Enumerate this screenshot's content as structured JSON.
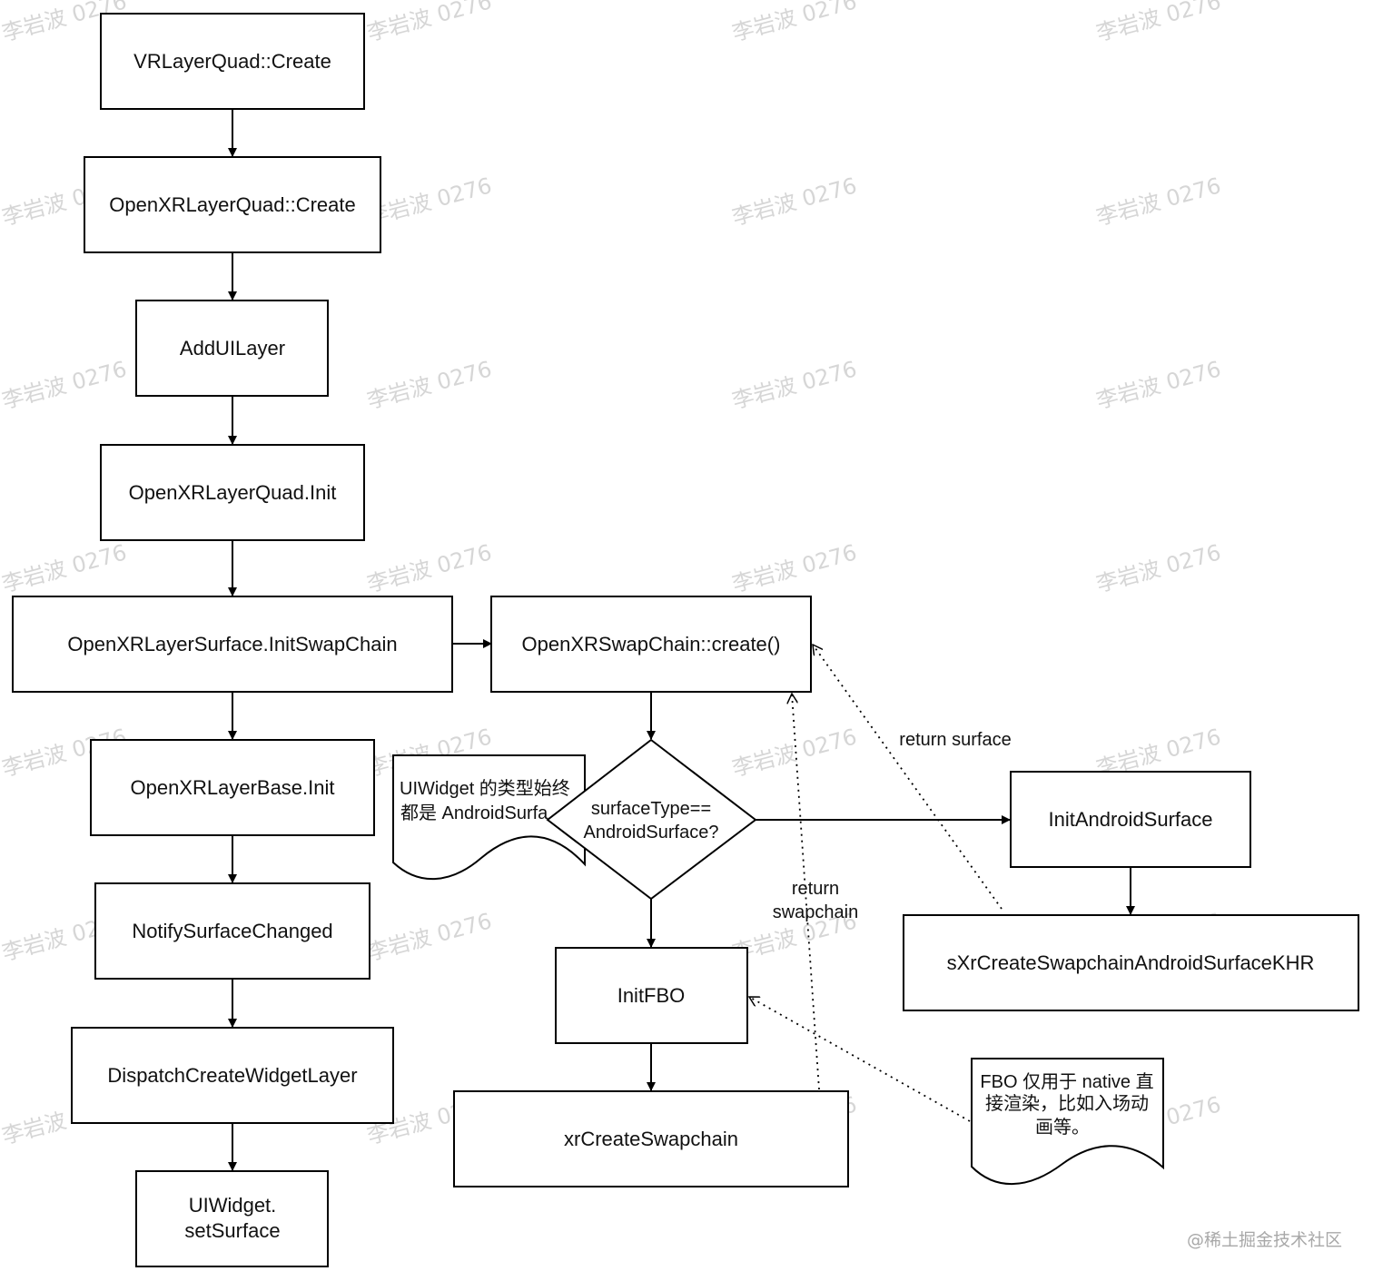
{
  "nodes": {
    "vr_layer_quad_create": "VRLayerQuad::Create",
    "openxr_layer_quad_create": "OpenXRLayerQuad::Create",
    "add_ui_layer": "AddUILayer",
    "openxr_layer_quad_init": "OpenXRLayerQuad.Init",
    "init_swap_chain": "OpenXRLayerSurface.InitSwapChain",
    "openxr_layer_base_init": "OpenXRLayerBase.Init",
    "notify_surface_changed": "NotifySurfaceChanged",
    "dispatch_create_widget_layer": "DispatchCreateWidgetLayer",
    "ui_widget_set_surface": [
      "UIWidget.",
      "setSurface"
    ],
    "swapchain_create": "OpenXRSwapChain::create()",
    "surface_type_decision": [
      "surfaceType==",
      "AndroidSurface?"
    ],
    "init_android_surface": "InitAndroidSurface",
    "create_swapchain_android_surface": "sXrCreateSwapchainAndroidSurfaceKHR",
    "init_fbo": "InitFBO",
    "xr_create_swapchain": "xrCreateSwapchain"
  },
  "notes": {
    "ui_widget_note": [
      "UIWidget 的类型始终",
      "都是 AndroidSurfa"
    ],
    "fbo_note": [
      "FBO 仅用于 native 直",
      "接渲染，比如入场动",
      "画等。"
    ]
  },
  "edge_labels": {
    "return_surface": "return surface",
    "return_swapchain": [
      "return",
      "swapchain"
    ]
  },
  "watermark": "李岩波 0276",
  "credit": "@稀土掘金技术社区"
}
